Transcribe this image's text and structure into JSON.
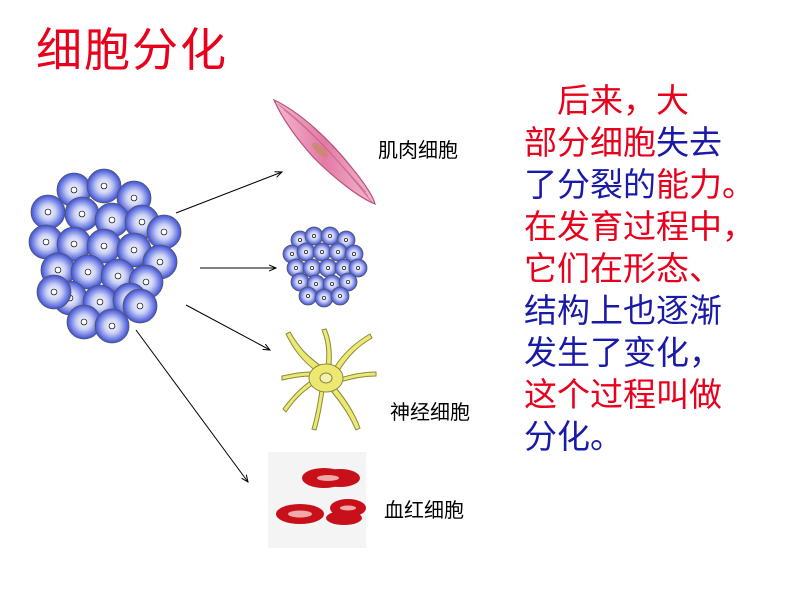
{
  "title": "细胞分化",
  "labels": {
    "muscle": "肌肉细胞",
    "nerve": "神经细胞",
    "blood": "血红细胞"
  },
  "paragraph": [
    [
      {
        "t": "　后来，大",
        "c": "red"
      }
    ],
    [
      {
        "t": "部分细胞",
        "c": "red"
      },
      {
        "t": "失去",
        "c": "blue"
      }
    ],
    [
      {
        "t": "了分裂的",
        "c": "blue"
      },
      {
        "t": "能力。",
        "c": "red"
      }
    ],
    [
      {
        "t": "在发育过程中，",
        "c": "red"
      }
    ],
    [
      {
        "t": "它们在形态、",
        "c": "red"
      }
    ],
    [
      {
        "t": "结构上也逐渐",
        "c": "blue"
      }
    ],
    [
      {
        "t": "发生了变化，",
        "c": "blue"
      }
    ],
    [
      {
        "t": "这个过程叫做",
        "c": "red"
      }
    ],
    [
      {
        "t": "分化。",
        "c": "blue"
      }
    ]
  ],
  "colors": {
    "title": "#e8001c",
    "text_red": "#e8001c",
    "text_blue": "#1a1aa8",
    "cell_blue": "#4a5ce0",
    "muscle_pink": "#e87aa8",
    "nerve_yellow": "#e8e060",
    "blood_red": "#c8101a"
  }
}
